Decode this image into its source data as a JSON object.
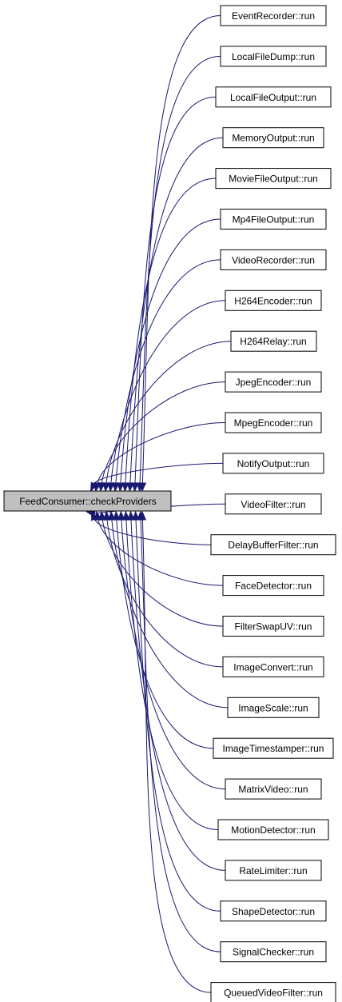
{
  "diagram": {
    "root": {
      "label": "FeedConsumer::checkProviders",
      "fill": "#bfbfbf"
    },
    "callers": [
      "EventRecorder::run",
      "LocalFileDump::run",
      "LocalFileOutput::run",
      "MemoryOutput::run",
      "MovieFileOutput::run",
      "Mp4FileOutput::run",
      "VideoRecorder::run",
      "H264Encoder::run",
      "H264Relay::run",
      "JpegEncoder::run",
      "MpegEncoder::run",
      "NotifyOutput::run",
      "VideoFilter::run",
      "DelayBufferFilter::run",
      "FaceDetector::run",
      "FilterSwapUV::run",
      "ImageConvert::run",
      "ImageScale::run",
      "ImageTimestamper::run",
      "MatrixVideo::run",
      "MotionDetector::run",
      "RateLimiter::run",
      "ShapeDetector::run",
      "SignalChecker::run",
      "QueuedVideoFilter::run"
    ],
    "edge_color": "#191970",
    "node_fill": "#ffffff"
  }
}
